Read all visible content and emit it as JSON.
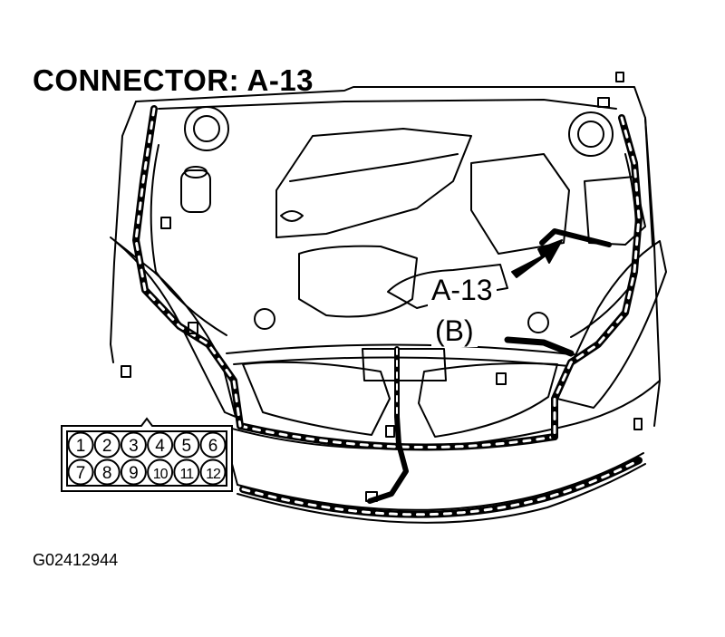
{
  "title": "CONNECTOR: A-13",
  "callout": {
    "name": "A-13",
    "sub": "(B)"
  },
  "figure_id": "G02412944",
  "connector": {
    "pins_top": [
      "1",
      "2",
      "3",
      "4",
      "5",
      "6"
    ],
    "pins_bottom": [
      "7",
      "8",
      "9",
      "10",
      "11",
      "12"
    ]
  }
}
